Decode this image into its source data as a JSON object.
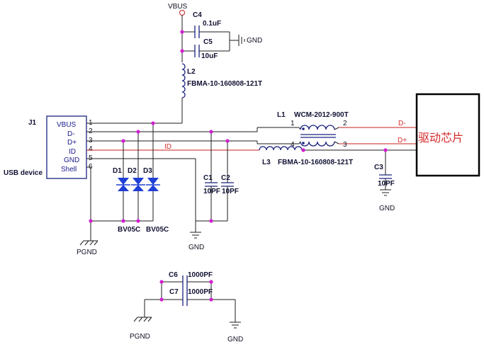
{
  "labels": {
    "vbus_top": "VBUS",
    "c4": "C4",
    "c4_val": "0.1uF",
    "c5": "C5",
    "c5_val": "10uF",
    "gnd_top": "GND",
    "l2": "L2",
    "l2_val": "FBMA-10-160808-121T",
    "j1": "J1",
    "usb_device": "USB device",
    "l1": "L1",
    "l1_val": "WCM-2012-900T",
    "l3": "L3",
    "l3_val": "FBMA-10-160808-121T",
    "id_net": "ID",
    "dm_net": "D-",
    "dp_net": "D+",
    "chip": "驱动芯片",
    "c1": "C1",
    "c1_val": "10PF",
    "c2": "C2",
    "c2_val": "10PF",
    "c3": "C3",
    "c3_val": "10PF",
    "gnd_c3": "GND",
    "gnd_mid": "GND",
    "d1": "D1",
    "d2": "D2",
    "d3": "D3",
    "bv1": "BV05C",
    "bv2": "BV05C",
    "pgnd_1": "PGND",
    "c6": "C6",
    "c6_val": "1000PF",
    "c7": "C7",
    "c7_val": "1000PF",
    "pgnd_2": "PGND",
    "gnd_bottom": "GND"
  },
  "connector_pins": [
    {
      "name": "VBUS",
      "num": "1"
    },
    {
      "name": "D-",
      "num": "2"
    },
    {
      "name": "D+",
      "num": "3"
    },
    {
      "name": "ID",
      "num": "4"
    },
    {
      "name": "GND",
      "num": "5"
    },
    {
      "name": "Shell",
      "num": "6"
    }
  ],
  "l1_pins": [
    "1",
    "2",
    "3",
    "4"
  ],
  "colors": {
    "wire": "#1e1e1e",
    "net_wire": "#c81e1e",
    "component": "#1a237e",
    "diode": "#1f3fd6",
    "junction": "#d21fd2",
    "chip_text": "#d42a2a"
  }
}
